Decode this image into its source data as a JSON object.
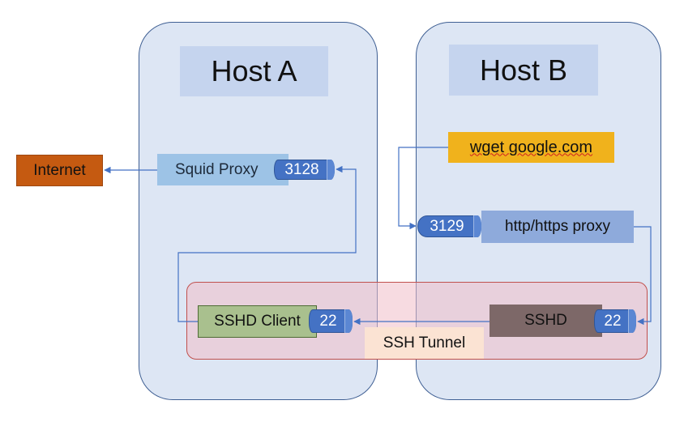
{
  "hosts": {
    "a": {
      "title": "Host A"
    },
    "b": {
      "title": "Host B"
    }
  },
  "nodes": {
    "internet": "Internet",
    "squid_proxy": "Squid Proxy",
    "squid_port": "3128",
    "wget_command": "wget google.com",
    "proxy_port": "3129",
    "proxy_label": "http/https proxy",
    "sshd_client": "SSHD Client",
    "sshd_client_port": "22",
    "sshd": "SSHD",
    "sshd_port": "22"
  },
  "tunnel": {
    "label": "SSH Tunnel"
  },
  "colors": {
    "host_fill": "#dde6f4",
    "host_title_fill": "#c5d4ee",
    "internet": "#c55a11",
    "squid": "#9dc3e6",
    "wget": "#f0b21c",
    "proxy": "#8eaadb",
    "sshd_client": "#a9c08e",
    "sshd": "#7d6868",
    "port": "#4472c4",
    "tunnel_fill": "#f0bec8",
    "tunnel_border": "#c0504d",
    "connector": "#4472c4"
  }
}
